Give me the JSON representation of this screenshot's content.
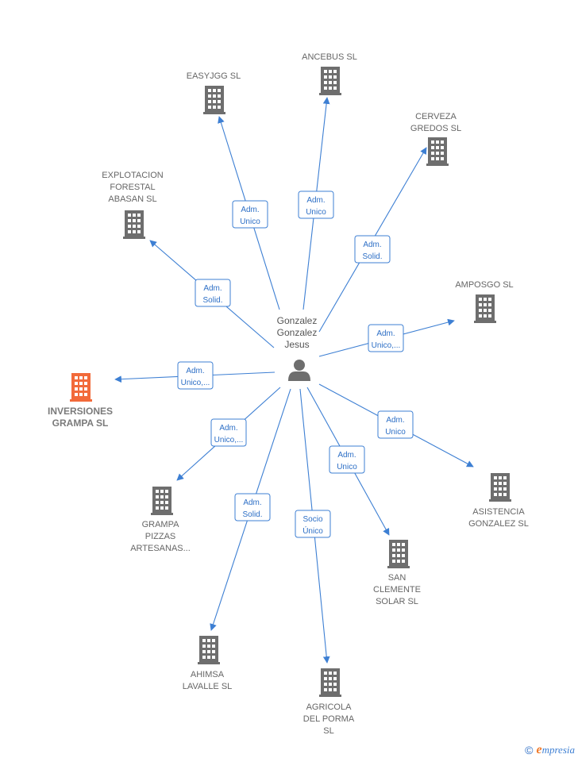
{
  "center_person": {
    "name_lines": [
      "Gonzalez",
      "Gonzalez",
      "Jesus"
    ],
    "icon": "person-icon"
  },
  "colors": {
    "edge": "#3d7fd3",
    "company_default": "#6e6e6e",
    "company_highlight": "#f26a3a",
    "role_text": "#2d6fc6"
  },
  "companies": [
    {
      "id": "easyjgg",
      "lines": [
        "EASYJGG  SL"
      ],
      "role": [
        "Adm.",
        "Unico"
      ],
      "highlight": false
    },
    {
      "id": "ancebus",
      "lines": [
        "ANCEBUS  SL"
      ],
      "role": [
        "Adm.",
        "Unico"
      ],
      "highlight": false
    },
    {
      "id": "cerveza",
      "lines": [
        "CERVEZA",
        "GREDOS SL"
      ],
      "role": [
        "Adm.",
        "Solid."
      ],
      "highlight": false
    },
    {
      "id": "explotacion",
      "lines": [
        "EXPLOTACION",
        "FORESTAL",
        "ABASAN  SL"
      ],
      "role": [
        "Adm.",
        "Solid."
      ],
      "highlight": false
    },
    {
      "id": "amposgo",
      "lines": [
        "AMPOSGO  SL"
      ],
      "role": [
        "Adm.",
        "Unico,..."
      ],
      "highlight": false
    },
    {
      "id": "inversiones",
      "lines": [
        "INVERSIONES",
        "GRAMPA  SL"
      ],
      "role": [
        "Adm.",
        "Unico,..."
      ],
      "highlight": true
    },
    {
      "id": "asistencia",
      "lines": [
        "ASISTENCIA",
        "GONZALEZ  SL"
      ],
      "role": [
        "Adm.",
        "Unico"
      ],
      "highlight": false
    },
    {
      "id": "grampa",
      "lines": [
        "GRAMPA",
        "PIZZAS",
        "ARTESANAS..."
      ],
      "role": [
        "Adm.",
        "Unico,..."
      ],
      "highlight": false
    },
    {
      "id": "san-clemente",
      "lines": [
        "SAN",
        "CLEMENTE",
        "SOLAR SL"
      ],
      "role": [
        "Adm.",
        "Unico"
      ],
      "highlight": false
    },
    {
      "id": "ahimsa",
      "lines": [
        "AHIMSA",
        "LAVALLE SL"
      ],
      "role": [
        "Adm.",
        "Solid."
      ],
      "highlight": false
    },
    {
      "id": "agricola",
      "lines": [
        "AGRICOLA",
        "DEL PORMA",
        "SL"
      ],
      "role": [
        "Socio",
        "Único"
      ],
      "highlight": false
    }
  ],
  "brand": {
    "copyright_symbol": "©",
    "initial": "e",
    "name_rest": "mpresia"
  }
}
